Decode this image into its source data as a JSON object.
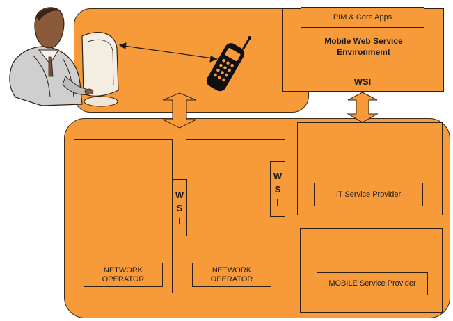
{
  "top_env": {
    "apps_label": "PIM & Core Apps",
    "title_line1": "Mobile Web Service",
    "title_line2": "Environmemt",
    "wsi_label": "WSI"
  },
  "providers": {
    "it": "IT Service Provider",
    "mobile": "MOBILE Service Provider"
  },
  "operators": [
    {
      "line1": "NETWORK",
      "line2": "OPERATOR",
      "wsi": [
        "W",
        "S",
        "I"
      ]
    },
    {
      "line1": "NETWORK",
      "line2": "OPERATOR",
      "wsi": [
        "W",
        "S",
        "I"
      ]
    }
  ],
  "colors": {
    "orange": "#f79a3a",
    "outline": "#2e2218"
  },
  "icons": [
    "person-at-computer-icon",
    "mobile-phone-icon"
  ]
}
